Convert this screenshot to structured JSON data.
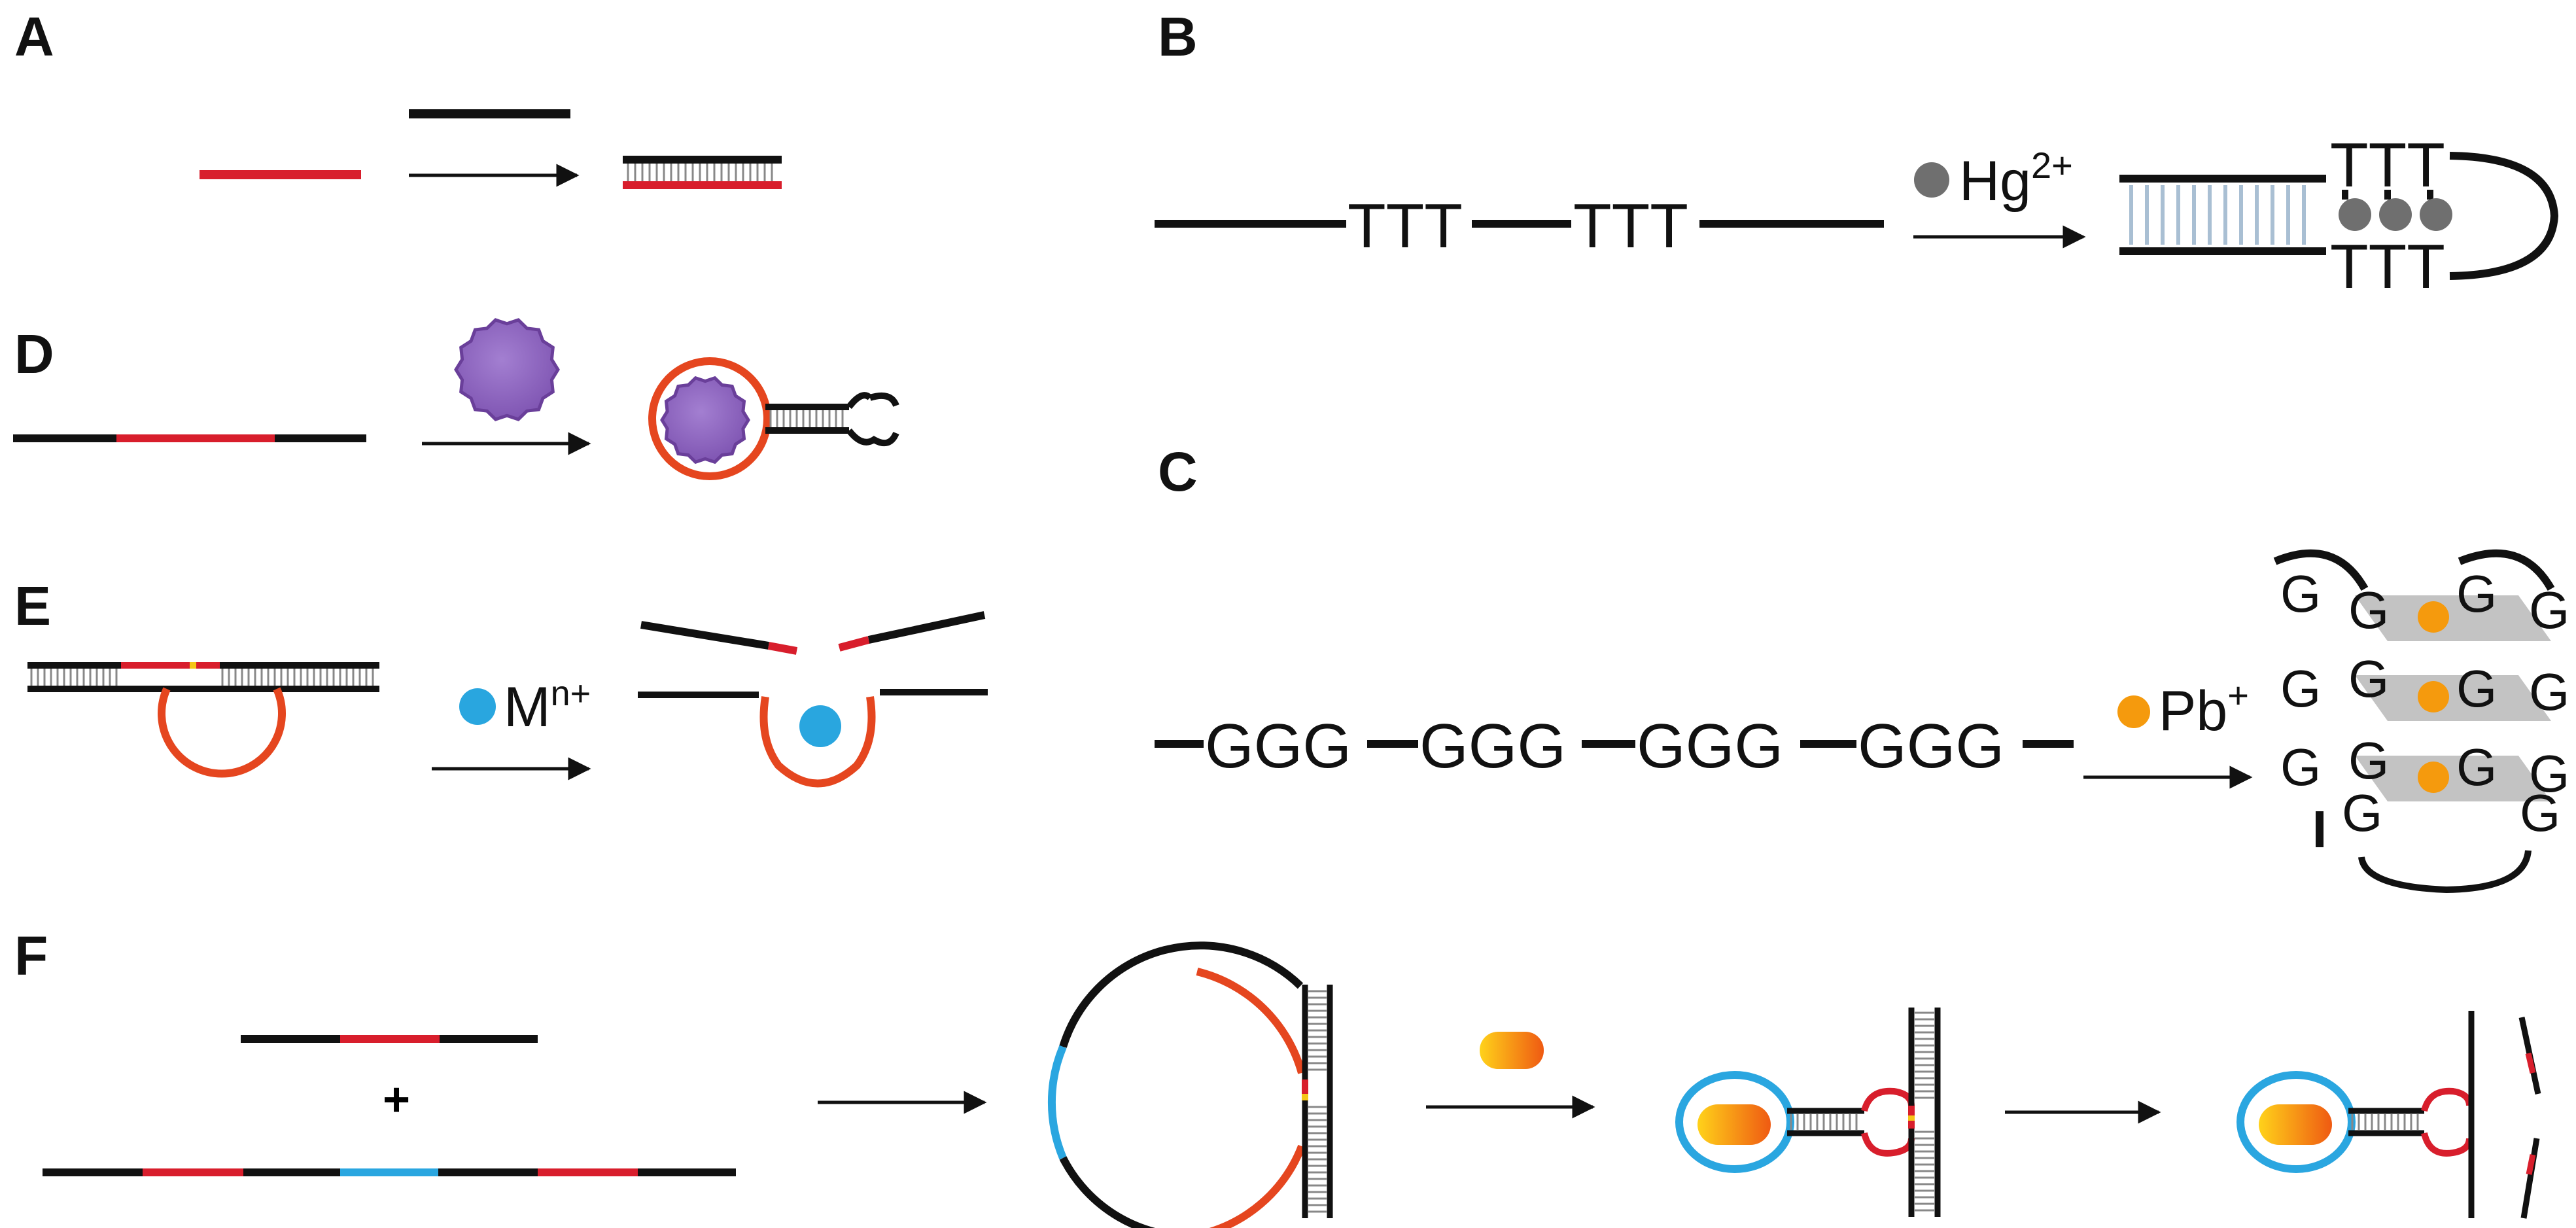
{
  "panels": {
    "A": {
      "label": "A"
    },
    "B": {
      "label": "B",
      "seq_t1": "TTT",
      "seq_t2": "TTT",
      "ion": "Hg",
      "ion_charge": "2+",
      "hairpin_top": "TTT",
      "hairpin_bottom": "TTT"
    },
    "C": {
      "label": "C",
      "seq_g": [
        "GGG",
        "GGG",
        "GGG",
        "GGG"
      ],
      "ion": "Pb",
      "ion_charge": "+",
      "quadruplex_letter": "G"
    },
    "D": {
      "label": "D"
    },
    "E": {
      "label": "E",
      "ion": "M",
      "ion_charge": "n+"
    },
    "F": {
      "label": "F",
      "plus": "+"
    }
  },
  "colors": {
    "strand": "#111111",
    "target_red": "#d81e2c",
    "loop_orange": "#e5461f",
    "link_blue": "#2aa6e0",
    "metal_blue": "#29a6df",
    "hg_gray": "#6f6f6f",
    "pb_orange": "#f59a0d",
    "protein_purple": "#8a5fb6",
    "rung_blue": "#a9bfd3",
    "quartet_gray": "#bdbdbd"
  },
  "icons": {
    "protein": "protein-blob-icon",
    "hg_ion": "gray-dot-icon",
    "metal_ion": "blue-dot-icon",
    "pb_ion": "orange-dot-icon",
    "capsule": "capsule-icon"
  }
}
